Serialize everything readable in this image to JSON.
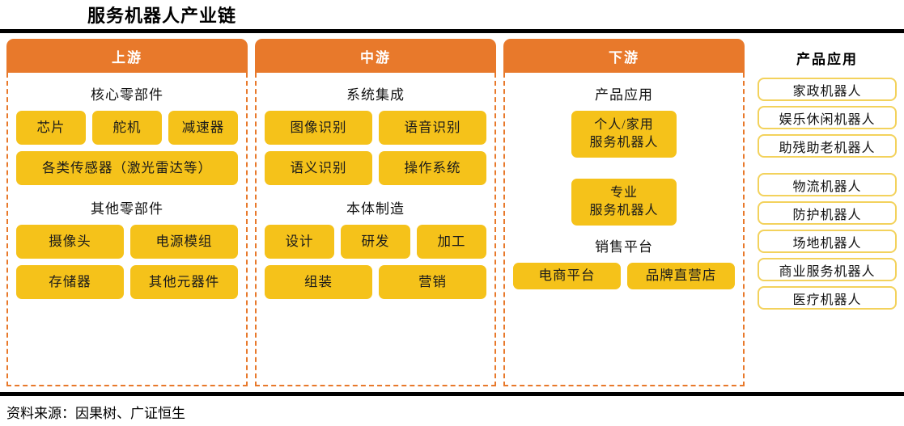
{
  "title": "服务机器人产业链",
  "footer": "资料来源：因果树、广证恒生",
  "colors": {
    "header_orange": "#E8792B",
    "chip_yellow": "#F5C21A",
    "app_border": "#F3D25C",
    "rule_black": "#000000"
  },
  "stages": [
    {
      "header": "上游",
      "groups": [
        {
          "title": "核心零部件",
          "rows": [
            [
              "芯片",
              "舵机",
              "减速器"
            ],
            [
              "各类传感器（激光雷达等）"
            ]
          ]
        },
        {
          "title": "其他零部件",
          "rows": [
            [
              "摄像头",
              "电源模组"
            ],
            [
              "存储器",
              "其他元器件"
            ]
          ]
        }
      ]
    },
    {
      "header": "中游",
      "groups": [
        {
          "title": "系统集成",
          "rows": [
            [
              "图像识别",
              "语音识别"
            ],
            [
              "语义识别",
              "操作系统"
            ]
          ]
        },
        {
          "title": "本体制造",
          "rows": [
            [
              "设计",
              "研发",
              "加工"
            ],
            [
              "组装",
              "营销"
            ]
          ]
        }
      ]
    },
    {
      "header": "下游",
      "groups": [
        {
          "title": "产品应用",
          "chips": [
            "个人/家用\n服务机器人",
            "专业\n服务机器人"
          ],
          "chip1_line1": "个人/家用",
          "chip1_line2": "服务机器人",
          "chip2_line1": "专业",
          "chip2_line2": "服务机器人"
        },
        {
          "title": "销售平台",
          "rows": [
            [
              "电商平台",
              "品牌直营店"
            ]
          ]
        }
      ]
    }
  ],
  "applications": {
    "title": "产品应用",
    "group_a": [
      "家政机器人",
      "娱乐休闲机器人",
      "助残助老机器人"
    ],
    "group_b": [
      "物流机器人",
      "防护机器人",
      "场地机器人",
      "商业服务机器人",
      "医疗机器人"
    ]
  }
}
